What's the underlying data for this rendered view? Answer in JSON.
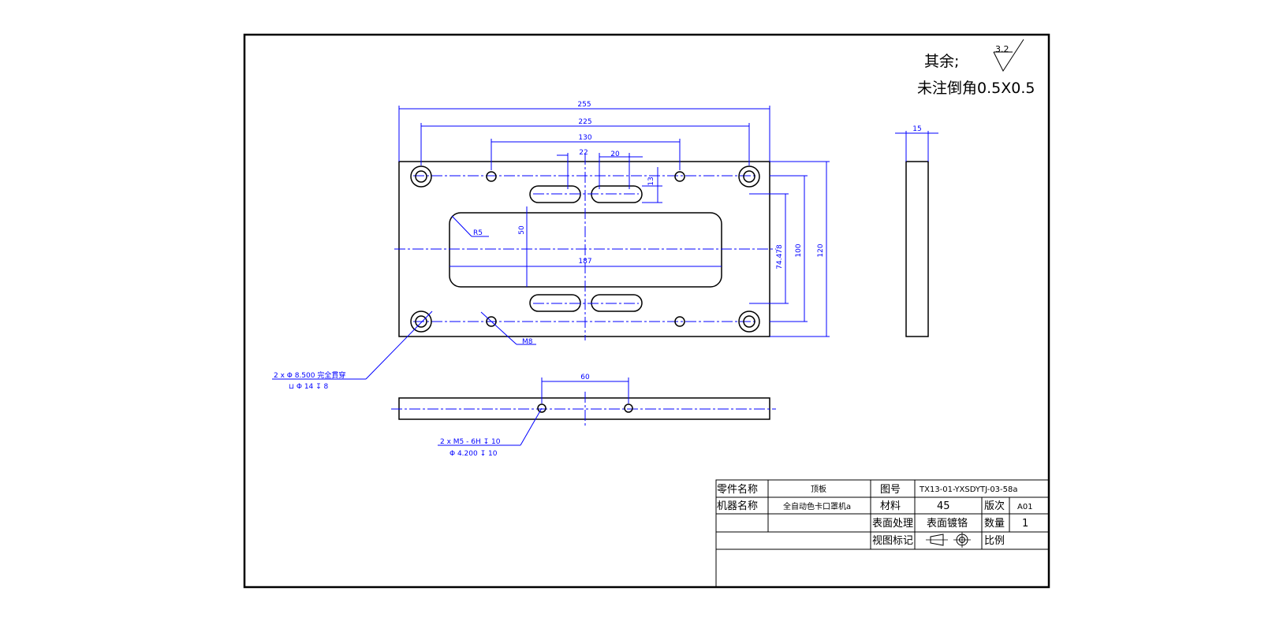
{
  "notes": {
    "remaining_label": "其余;",
    "roughness": "3.2",
    "chamfer_note": "未注倒角0.5X0.5"
  },
  "dims": {
    "d255": "255",
    "d225": "225",
    "d130": "130",
    "d22": "22",
    "d20": "20",
    "d13": "13",
    "d15": "15",
    "d50": "50",
    "d187": "187",
    "d74478": "74.478",
    "d100": "100",
    "d120": "120",
    "r5": "R5",
    "m8": "M8",
    "d60": "60"
  },
  "callouts": {
    "hole_line1": "2 x  Φ 8.500 完全貫穿",
    "hole_line2": "⊔ Φ 14 ↧ 8",
    "thread_line1": "2 x  M5 - 6H  ↧ 10",
    "thread_line2": "Φ 4.200  ↧ 10"
  },
  "title_block": {
    "part_name_label": "零件名称",
    "part_name": "顶板",
    "drawing_no_label": "图号",
    "drawing_no": "TX13-01-YXSDYTJ-03-58a",
    "machine_name_label": "机器名称",
    "machine_name": "全自动色卡口罩机a",
    "material_label": "材料",
    "material": "45",
    "version_label": "版次",
    "version": "A01",
    "surface_treatment_label": "表面处理",
    "surface_treatment": "表面镀铬",
    "quantity_label": "数量",
    "quantity": "1",
    "view_mark_label": "视图标记",
    "scale_label": "比例"
  }
}
